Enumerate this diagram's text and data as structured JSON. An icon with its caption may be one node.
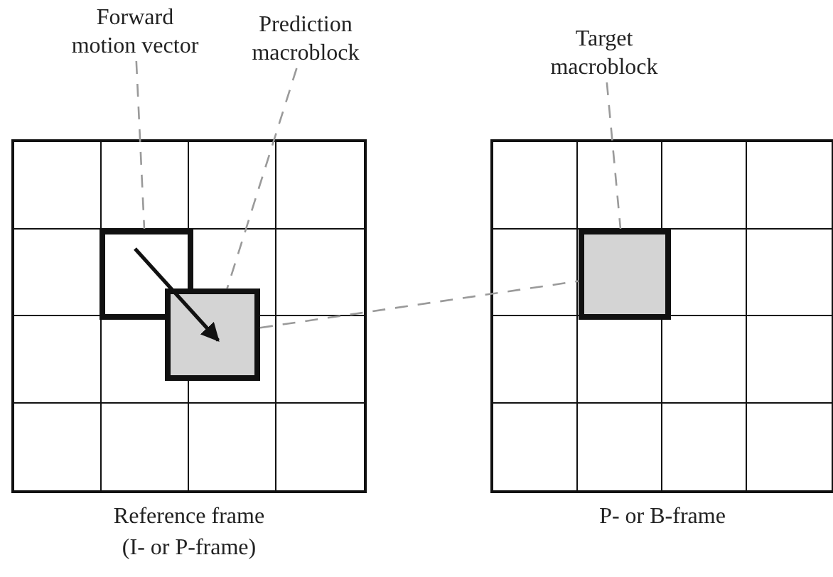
{
  "diagram": {
    "nodes": [
      {
        "text": [
          "Forward motion vector"
        ]
      },
      {
        "text": [
          "Prediction macroblock"
        ]
      },
      {
        "text": [
          "Target macroblock"
        ]
      },
      {
        "text": [
          "Reference frame (I- or P-frame)"
        ]
      },
      {
        "text": [],
        "shape": "box",
        "in": 3
      },
      {
        "text": [],
        "shape": "box",
        "in": 3
      },
      {
        "text": [
          "P- or B-frame"
        ]
      },
      {
        "text": [],
        "shape": "box",
        "in": 6
      }
    ],
    "edges": [
      {
        "from": 4,
        "to": 5,
        "arrow": "to",
        "color": "#111111"
      },
      {
        "from": 0,
        "to": 4,
        "arrow": "none",
        "style": "dashed"
      },
      {
        "from": 1,
        "to": 5,
        "arrow": "none",
        "style": "dashed"
      },
      {
        "from": 2,
        "to": 7,
        "arrow": "none",
        "style": "dashed"
      },
      {
        "from": 5,
        "to": 7,
        "arrow": "none",
        "style": "dashed"
      }
    ]
  }
}
